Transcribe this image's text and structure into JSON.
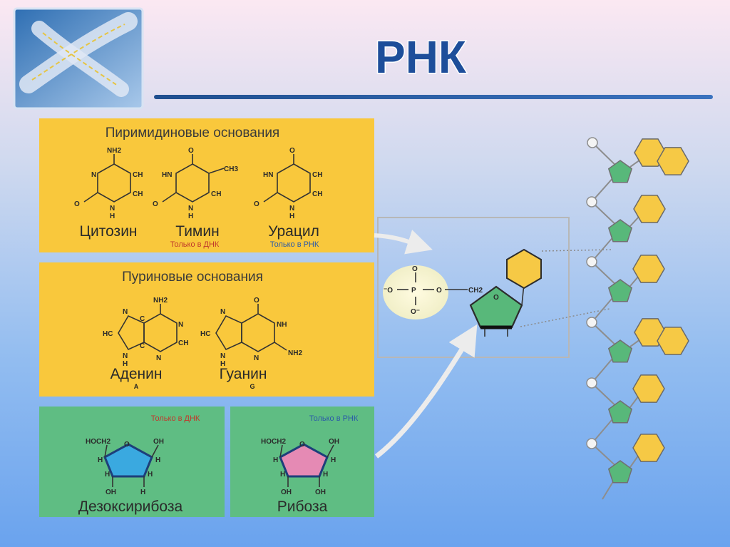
{
  "title": "РНК",
  "colors": {
    "panel_yellow": "#f9c83c",
    "panel_green": "#5fbd83",
    "hexagon": "#f6c945",
    "pentagon": "#58b87a",
    "deoxyribose": "#3aa9e0",
    "ribose": "#e58ab4",
    "note_red": "#c0392b",
    "note_blue": "#2b5aa8"
  },
  "pyrimidines": {
    "heading": "Пиримидиновые основания",
    "cytosine": "Цитозин",
    "thymine": "Тимин",
    "uracil": "Урацил",
    "thymine_note": "Только в ДНК",
    "uracil_note": "Только в РНК"
  },
  "purines": {
    "heading": "Пуриновые основания",
    "adenine": "Аденин",
    "adenine_letter": "A",
    "guanine": "Гуанин",
    "guanine_letter": "G"
  },
  "sugars": {
    "deoxyribose": "Дезоксирибоза",
    "deoxyribose_note": "Только в ДНК",
    "ribose": "Рибоза",
    "ribose_note": "Только в РНК"
  },
  "atoms": {
    "N": "N",
    "H": "H",
    "O": "O",
    "C": "C",
    "P": "P",
    "NH": "NH",
    "HN": "HN",
    "CH": "CH",
    "HC": "HC",
    "NH2": "NH2",
    "CH3": "CH3",
    "CH2": "CH2",
    "OH": "OH",
    "HOCH2": "HOCH2",
    "O_minus": "O⁻",
    "dashO": "⁻O"
  },
  "icons": {
    "logo": "chromosome-icon",
    "nucleotide": "nucleotide-diagram",
    "chain": "rna-chain-diagram"
  }
}
